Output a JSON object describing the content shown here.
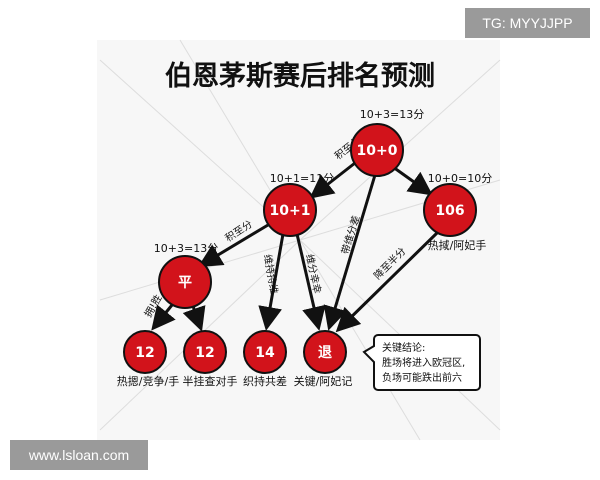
{
  "title": "伯恩茅斯赛后排名预测",
  "watermarks": {
    "top": "TG: MYYJJPP",
    "bottom": "www.lsloan.com"
  },
  "colors": {
    "node": "#d2131b",
    "edge": "#111111"
  },
  "nodes": {
    "root": {
      "label": "10+0",
      "score": "10+3=13分"
    },
    "draw1": {
      "label": "10+1",
      "score": "10+1=11分"
    },
    "loss": {
      "label": "106",
      "score": "10+0=10分",
      "caption": "热掝/阿妃手"
    },
    "ping": {
      "label": "平",
      "score": "10+3=13分"
    },
    "l1": {
      "label": "12",
      "caption": "热摁/竞争/手"
    },
    "l2": {
      "label": "12",
      "caption": "半挂查对手"
    },
    "l3": {
      "label": "14",
      "caption": "织持共差"
    },
    "l4": {
      "label": "退",
      "caption": "关键/阿妃记"
    }
  },
  "edges": {
    "e1": "积至分",
    "e2": "积至分",
    "e3": "维持持维",
    "e4": "维分幸幸",
    "e5": "带维分差",
    "e6": "降至半分",
    "e7": "拥!胜"
  },
  "callout": {
    "line1": "关键结论:",
    "line2": "胜场将进入欧冠区,",
    "line3": "负场可能跌出前六"
  }
}
